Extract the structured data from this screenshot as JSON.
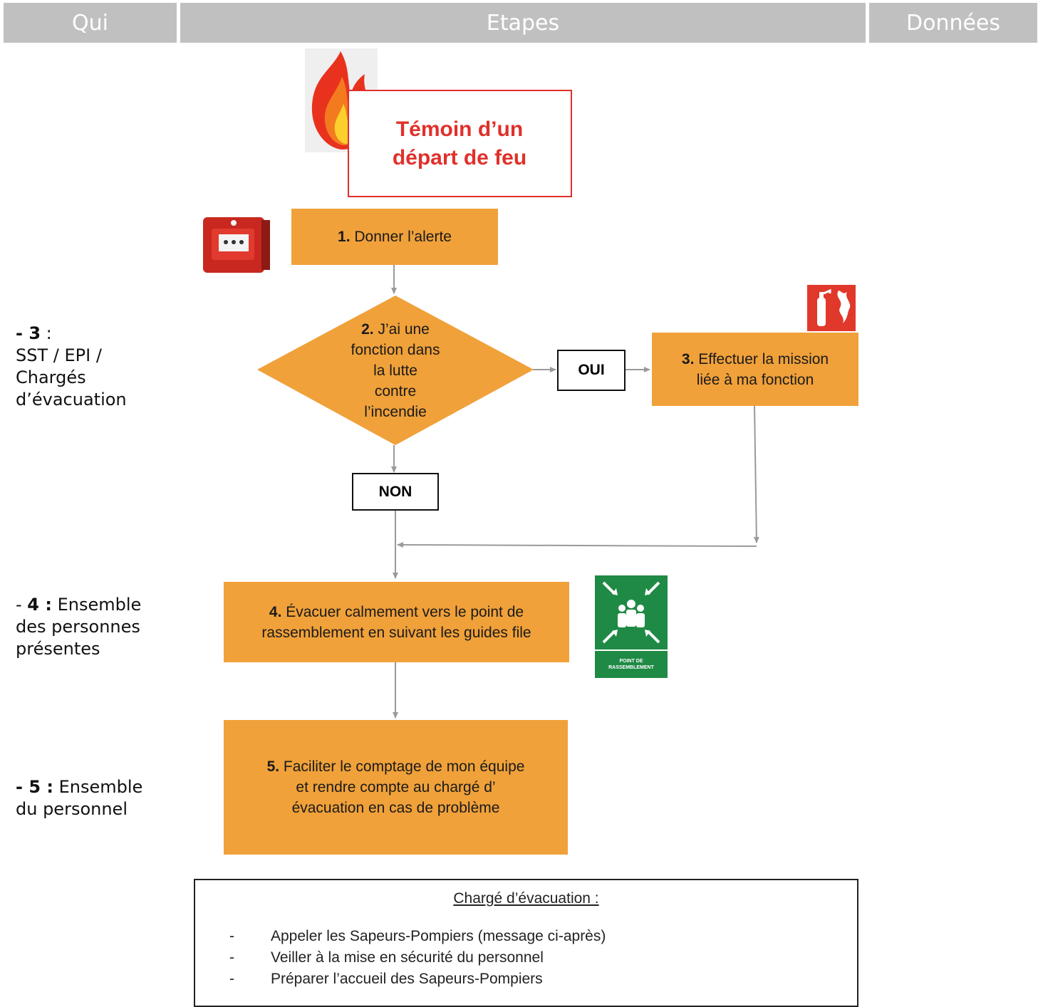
{
  "header": {
    "qui": "Qui",
    "etapes": "Etapes",
    "donnees": "Données"
  },
  "qui": {
    "row3": {
      "prefix": "- 3",
      "suffix": " :",
      "line2": "SST / EPI /",
      "line3": "Chargés",
      "line4": "d’évacuation"
    },
    "row4": {
      "dash": "- ",
      "num": "4 :",
      "text": " Ensemble",
      "line2": "des personnes",
      "line3": "présentes"
    },
    "row5": {
      "num": "- 5 :",
      "text": " Ensemble",
      "line2": "du personnel"
    }
  },
  "temoin": {
    "line1": "Témoin d’un",
    "line2": "départ de feu"
  },
  "steps": {
    "s1": {
      "num": "1.",
      "text": " Donner l’alerte"
    },
    "s2": {
      "num": "2.",
      "line1": " J’ai une",
      "line2": "fonction dans",
      "line3": "la lutte",
      "line4": "contre",
      "line5": "l’incendie"
    },
    "s3": {
      "num": "3.",
      "line1": " Effectuer la mission",
      "line2": "liée à ma fonction"
    },
    "s4": {
      "num": "4.",
      "line1": " Évacuer calmement vers le point de",
      "line2": "rassemblement en suivant les guides file"
    },
    "s5": {
      "num": "5.",
      "line1": " Faciliter le comptage de mon équipe",
      "line2": "et rendre compte au  chargé d’",
      "line3": "évacuation en cas de problème"
    }
  },
  "decisions": {
    "oui": "OUI",
    "non": "NON"
  },
  "sign": {
    "line1": "POINT DE",
    "line2": "RASSEMBLEMENT"
  },
  "note": {
    "title": "Chargé d’évacuation :",
    "items": [
      "Appeler les Sapeurs-Pompiers (message ci-après)",
      "Veiller à la mise en sécurité du personnel",
      "Préparer l’accueil des Sapeurs-Pompiers"
    ],
    "bullet": "-"
  },
  "colors": {
    "header": "#c0c0c0",
    "step": "#f0a13a",
    "accent": "#e0302a",
    "sign_green": "#1f8a45"
  },
  "icons": [
    "fire-icon",
    "alarm-call-point-icon",
    "fire-extinguisher-sign-icon",
    "assembly-point-sign-icon"
  ]
}
